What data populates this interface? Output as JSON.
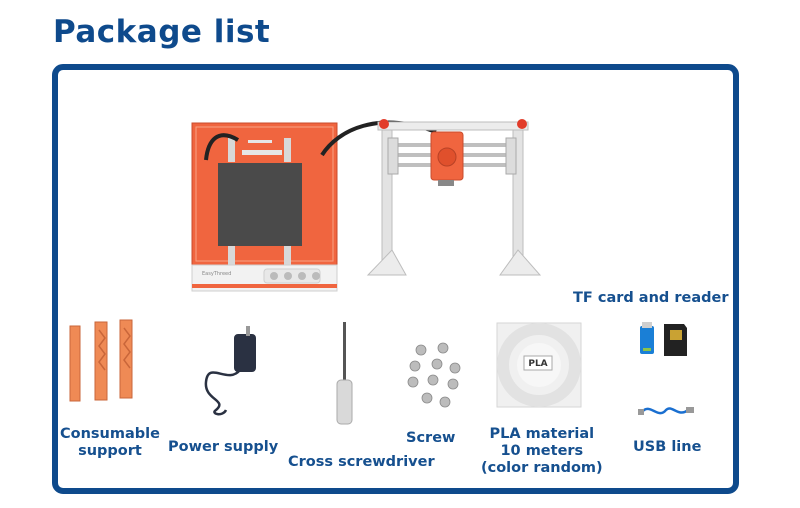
{
  "title": "Package list",
  "labels": {
    "tf_card": "TF card and reader",
    "consumable_line1": "Consumable",
    "consumable_line2": "support",
    "power_supply": "Power supply",
    "screwdriver": "Cross screwdriver",
    "screw": "Screw",
    "pla_line1": "PLA material",
    "pla_line2": "10 meters",
    "pla_line3": "(color random)",
    "usb": "USB line",
    "pla_tag": "PLA",
    "printer_brand": "EasyThreed"
  },
  "colors": {
    "brand_blue": "#0e4a8c",
    "printer_orange": "#f0653f",
    "support_orange": "#ef8a55"
  },
  "icons": [
    "printer-image",
    "consumable-support-image",
    "power-supply-image",
    "screwdriver-image",
    "screws-image",
    "pla-filament-image",
    "tf-card-image",
    "usb-cable-image"
  ]
}
